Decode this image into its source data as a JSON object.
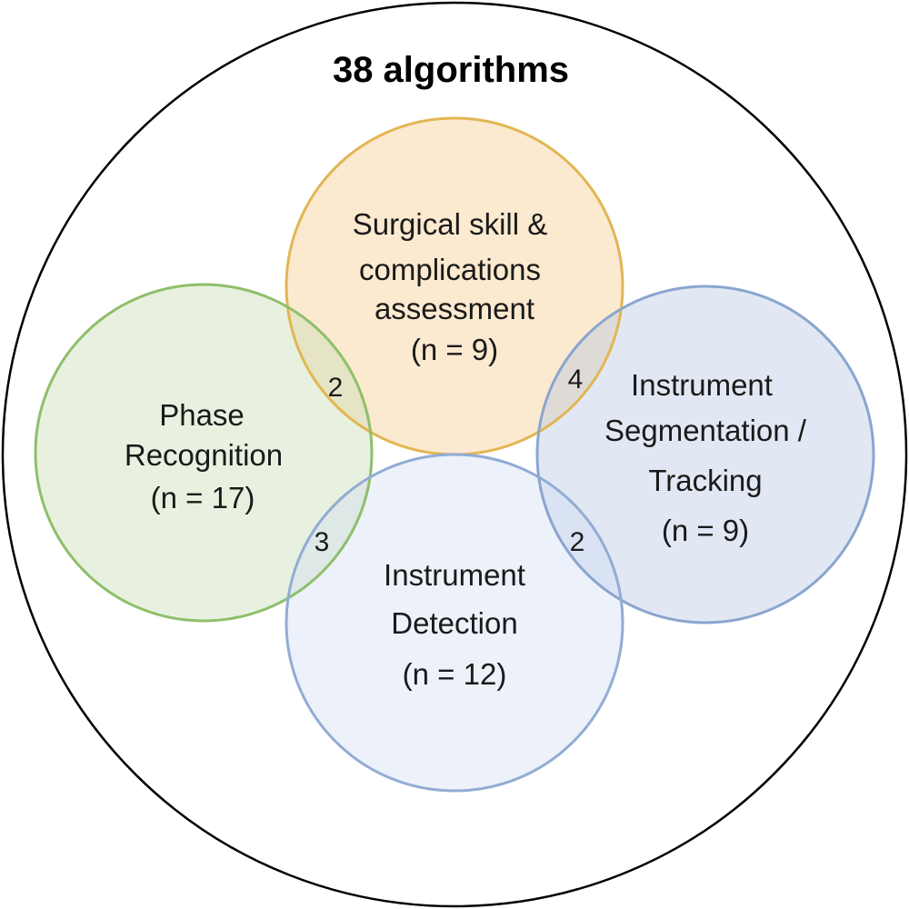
{
  "title": "38 algorithms",
  "sets": {
    "surgical_skill": {
      "label_lines": [
        "Surgical skill &",
        "complications",
        "assessment",
        "(n = 9)"
      ],
      "fill": "#f5c98a",
      "stroke": "#e2b652"
    },
    "phase_recognition": {
      "label_lines": [
        "Phase",
        "Recognition",
        "(n = 17)"
      ],
      "fill": "#c6ddb2",
      "stroke": "#8fbf6a"
    },
    "instrument_segmentation": {
      "label_lines": [
        "Instrument",
        "Segmentation /",
        "Tracking",
        "(n = 9)"
      ],
      "fill": "#b5c6e0",
      "stroke": "#8aa5cf"
    },
    "instrument_detection": {
      "label_lines": [
        "Instrument",
        "Detection",
        "(n = 12)"
      ],
      "fill": "#cfdcf2",
      "stroke": "#92acd4"
    }
  },
  "overlaps": {
    "skill_phase": "2",
    "skill_segmentation": "4",
    "phase_detection": "3",
    "detection_segmentation": "2"
  }
}
